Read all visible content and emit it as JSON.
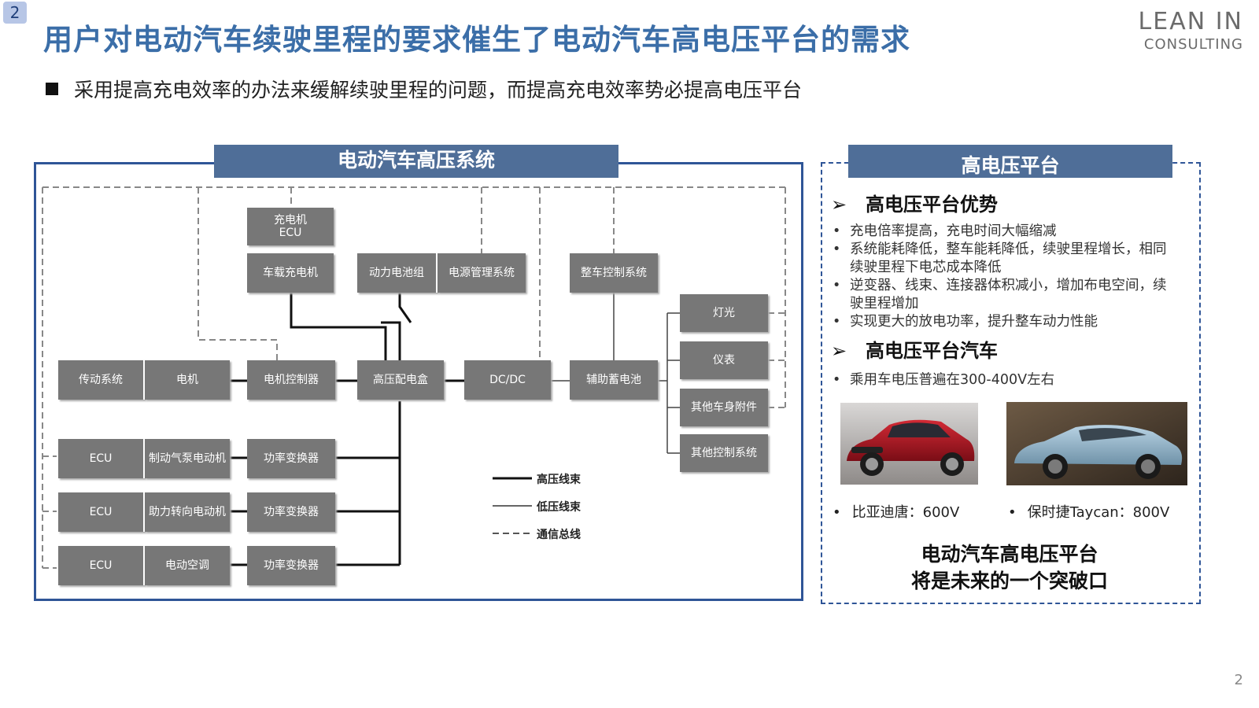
{
  "slide_number_badge": "2",
  "title": "用户对电动汽车续驶里程的要求催生了电动汽车高电压平台的需求",
  "logo": {
    "line1": "LEAN IN",
    "line2": "CONSULTING"
  },
  "subtitle": "采用提高充电效率的办法来缓解续驶里程的问题，而提高充电效率势必提高电压平台",
  "left_panel": {
    "header": "电动汽车高压系统",
    "nodes": {
      "charger_ecu": "充电机\nECU",
      "onboard_charger": "车载充电机",
      "battery_pack": "动力电池组",
      "bms": "电源管理系统",
      "vcu": "整车控制系统",
      "light": "灯光",
      "meter": "仪表",
      "body_acc": "其他车身附件",
      "other_ctrl": "其他控制系统",
      "drive_sys": "传动系统",
      "motor": "电机",
      "motor_ctrl": "电机控制器",
      "hv_box": "高压配电盒",
      "dcdc": "DC/DC",
      "aux_batt": "辅助蓄电池",
      "ecu1": "ECU",
      "brake_pump": "制动气泵电动机",
      "conv1": "功率变换器",
      "ecu2": "ECU",
      "steer_motor": "助力转向电动机",
      "conv2": "功率变换器",
      "ecu3": "ECU",
      "ac": "电动空调",
      "conv3": "功率变换器"
    },
    "legend": {
      "hv": "高压线束",
      "lv": "低压线束",
      "bus": "通信总线"
    }
  },
  "right_panel": {
    "header": "高电压平台",
    "section1_title": "高电压平台优势",
    "section1_items": [
      "充电倍率提高，充电时间大幅缩减",
      "系统能耗降低，整车能耗降低，续驶里程增长，相同续驶里程下电芯成本降低",
      "逆变器、线束、连接器体积减小，增加布电空间，续驶里程增加",
      "实现更大的放电功率，提升整车动力性能"
    ],
    "section2_title": "高电压平台汽车",
    "section2_items": [
      "乘用车电压普遍在300-400V左右"
    ],
    "car1_caption": "比亚迪唐：600V",
    "car2_caption": "保时捷Taycan：800V",
    "conclusion_line1": "电动汽车高电压平台",
    "conclusion_line2": "将是未来的一个突破口",
    "arrow_glyph": "➢"
  },
  "page_number": "2",
  "colors": {
    "title": "#3b6ea8",
    "header_bg": "#4f6e98",
    "panel_border": "#2f5597",
    "node": "#777777"
  }
}
